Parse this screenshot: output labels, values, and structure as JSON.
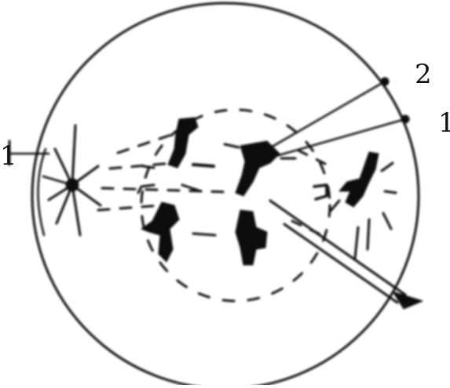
{
  "diagram": {
    "labels": {
      "marker_top_outer": "2",
      "marker_top_inner": "1",
      "marker_left": "1"
    },
    "colors": {
      "ink": "#111111",
      "background": "#ffffff"
    }
  }
}
